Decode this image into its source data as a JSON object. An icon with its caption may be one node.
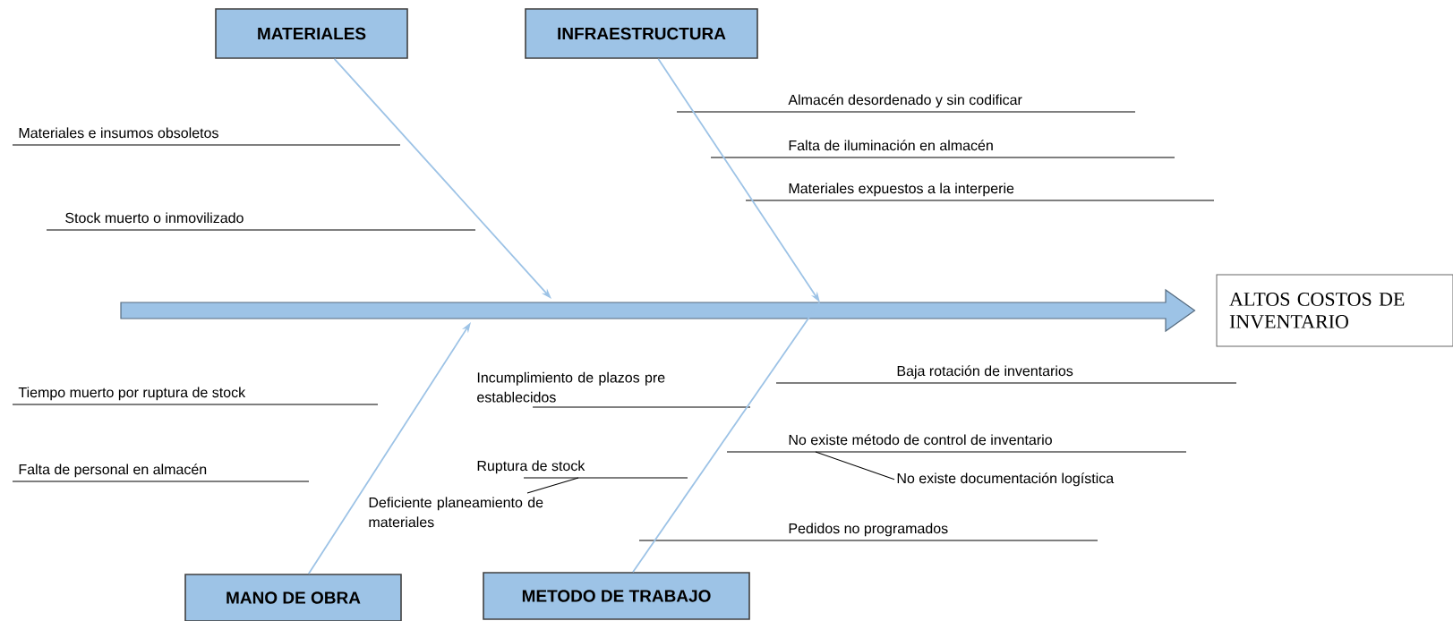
{
  "diagram": {
    "nodes": [
      {
        "text": [
          "MATERIALES"
        ]
      },
      {
        "text": [
          "INFRAESTRUCTURA"
        ]
      },
      {
        "text": [
          "MANO DE OBRA"
        ]
      },
      {
        "text": [
          "METODO DE TRABAJO"
        ]
      },
      {
        "text": [
          "ALTOS COSTOS DE INVENTARIO"
        ]
      },
      {
        "text": [
          "Materiales e insumos obsoletos"
        ]
      },
      {
        "text": [
          "Stock muerto o inmovilizado"
        ]
      },
      {
        "text": [
          "Almacén desordenado y sin codificar"
        ]
      },
      {
        "text": [
          "Falta de iluminación en almacén"
        ]
      },
      {
        "text": [
          "Materiales expuestos a la interperie"
        ]
      },
      {
        "text": [
          "Tiempo muerto por ruptura de stock"
        ]
      },
      {
        "text": [
          "Falta de personal en almacén"
        ]
      },
      {
        "text": [
          "Incumplimiento de plazos pre establecidos"
        ]
      },
      {
        "text": [
          "Ruptura de stock"
        ]
      },
      {
        "text": [
          "Deficiente planeamiento de materiales"
        ]
      },
      {
        "text": [
          "Baja rotación de inventarios"
        ]
      },
      {
        "text": [
          "No existe método de control de inventario"
        ]
      },
      {
        "text": [
          "No existe documentación logística"
        ]
      },
      {
        "text": [
          "Pedidos no programados"
        ]
      }
    ],
    "edges": [
      {
        "from": null,
        "to": 4,
        "arrow": "to",
        "style": "thick"
      },
      {
        "from": 0,
        "to": null,
        "arrow": "to"
      },
      {
        "from": 1,
        "to": null,
        "arrow": "to"
      },
      {
        "from": 2,
        "to": null,
        "arrow": "to"
      },
      {
        "from": 3,
        "to": null,
        "arrow": "to"
      },
      {
        "from": 17,
        "to": 16,
        "arrow": "none",
        "color": "#000000"
      },
      {
        "from": 14,
        "to": 13,
        "arrow": "none",
        "color": "#000000"
      }
    ]
  }
}
